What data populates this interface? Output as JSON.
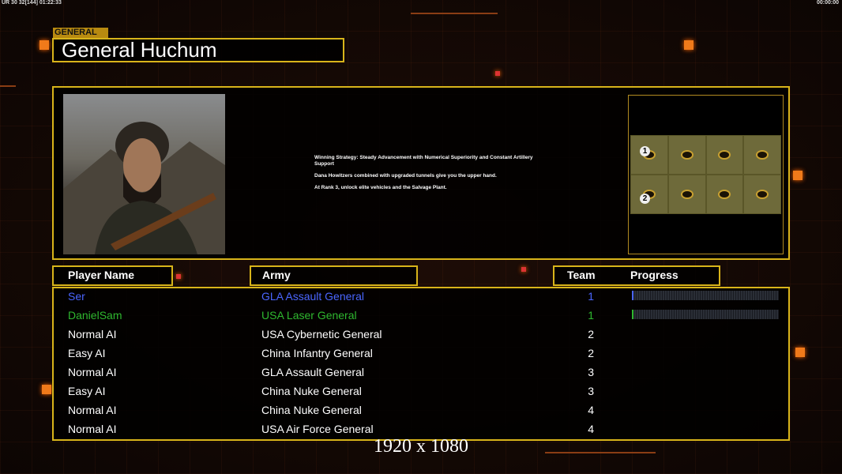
{
  "topbar": {
    "left": "UR 30 32[144] 01:22:33",
    "right": "00:00:00"
  },
  "general_label": "GENERAL",
  "title": "General Huchum",
  "description": [
    "Winning Strategy: Steady Advancement with Numerical Superiority and Constant Artillery Support",
    "Dana Howitzers combined with upgraded tunnels give you the upper hand.",
    "At Rank 3, unlock elite vehicles and the Salvage Plant."
  ],
  "map": {
    "starts": [
      "1",
      "2"
    ]
  },
  "headers": {
    "player": "Player Name",
    "army": "Army",
    "team": "Team",
    "progress": "Progress"
  },
  "players": [
    {
      "name": "Ser",
      "army": "GLA Assault General",
      "team": "1",
      "color": "#4a66ff",
      "progress": 0.01
    },
    {
      "name": "DanielSam",
      "army": "USA Laser General",
      "team": "1",
      "color": "#2fb82f",
      "progress": 0.005
    },
    {
      "name": "Normal AI",
      "army": "USA Cybernetic General",
      "team": "2",
      "color": "#ffffff"
    },
    {
      "name": "Easy AI",
      "army": "China Infantry General",
      "team": "2",
      "color": "#ffffff"
    },
    {
      "name": "Normal AI",
      "army": "GLA Assault General",
      "team": "3",
      "color": "#ffffff"
    },
    {
      "name": "Easy AI",
      "army": "China Nuke General",
      "team": "3",
      "color": "#ffffff"
    },
    {
      "name": "Normal AI",
      "army": "China Nuke General",
      "team": "4",
      "color": "#ffffff"
    },
    {
      "name": "Normal AI",
      "army": "USA Air Force General",
      "team": "4",
      "color": "#ffffff"
    }
  ],
  "resolution": "1920 x 1080"
}
